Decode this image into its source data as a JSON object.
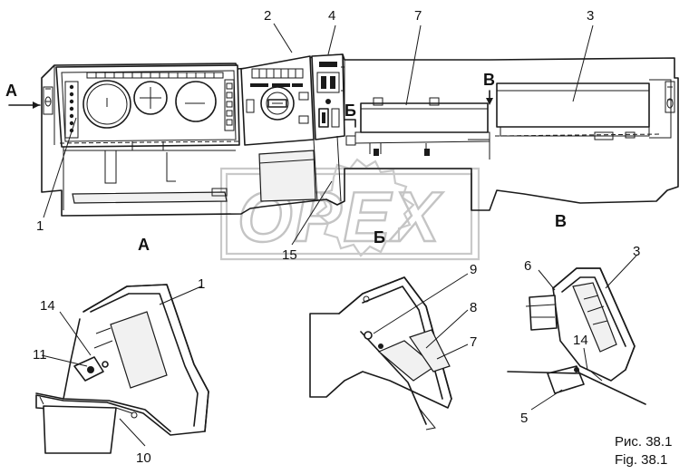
{
  "watermark": {
    "text": "OPEX"
  },
  "callouts": {
    "n1": "1",
    "n2": "2",
    "n3": "3",
    "n4": "4",
    "n5": "5",
    "n6": "6",
    "n7": "7",
    "n8": "8",
    "n9": "9",
    "n10": "10",
    "n11": "11",
    "n14": "14",
    "n15": "15"
  },
  "section_marks": {
    "a": "А",
    "b": "Б",
    "v": "В"
  },
  "caption": {
    "ru": "Рис. 38.1",
    "en": "Fig. 38.1"
  }
}
